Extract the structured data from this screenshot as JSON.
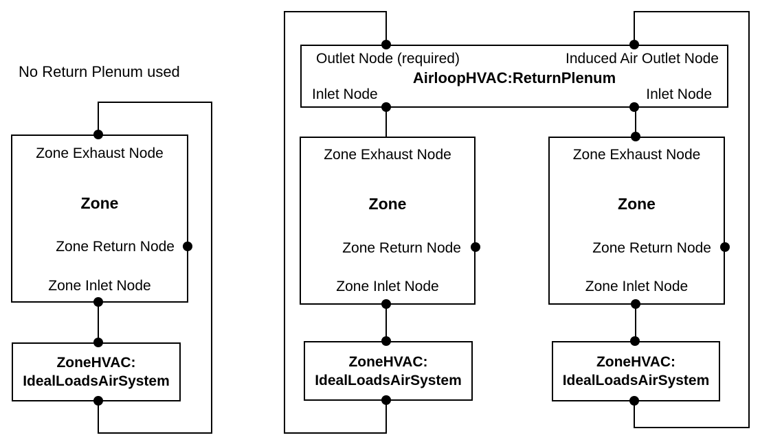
{
  "left": {
    "title": "No Return Plenum used",
    "zone": {
      "exhaust": "Zone Exhaust Node",
      "name": "Zone",
      "return": "Zone Return Node",
      "inlet": "Zone Inlet Node"
    },
    "hvac": {
      "line1": "ZoneHVAC:",
      "line2": "IdealLoadsAirSystem"
    }
  },
  "right": {
    "plenum": {
      "outlet": "Outlet Node (required)",
      "induced_outlet": "Induced Air Outlet Node",
      "title": "AirloopHVAC:ReturnPlenum",
      "inlet_left": "Inlet Node",
      "inlet_right": "Inlet Node"
    },
    "zones": [
      {
        "exhaust": "Zone Exhaust Node",
        "name": "Zone",
        "return": "Zone Return Node",
        "inlet": "Zone Inlet Node"
      },
      {
        "exhaust": "Zone Exhaust Node",
        "name": "Zone",
        "return": "Zone Return Node",
        "inlet": "Zone Inlet Node"
      }
    ],
    "hvacs": [
      {
        "line1": "ZoneHVAC:",
        "line2": "IdealLoadsAirSystem"
      },
      {
        "line1": "ZoneHVAC:",
        "line2": "IdealLoadsAirSystem"
      }
    ]
  },
  "colors": {
    "line": "#000000",
    "text": "#000000",
    "background": "#ffffff"
  }
}
